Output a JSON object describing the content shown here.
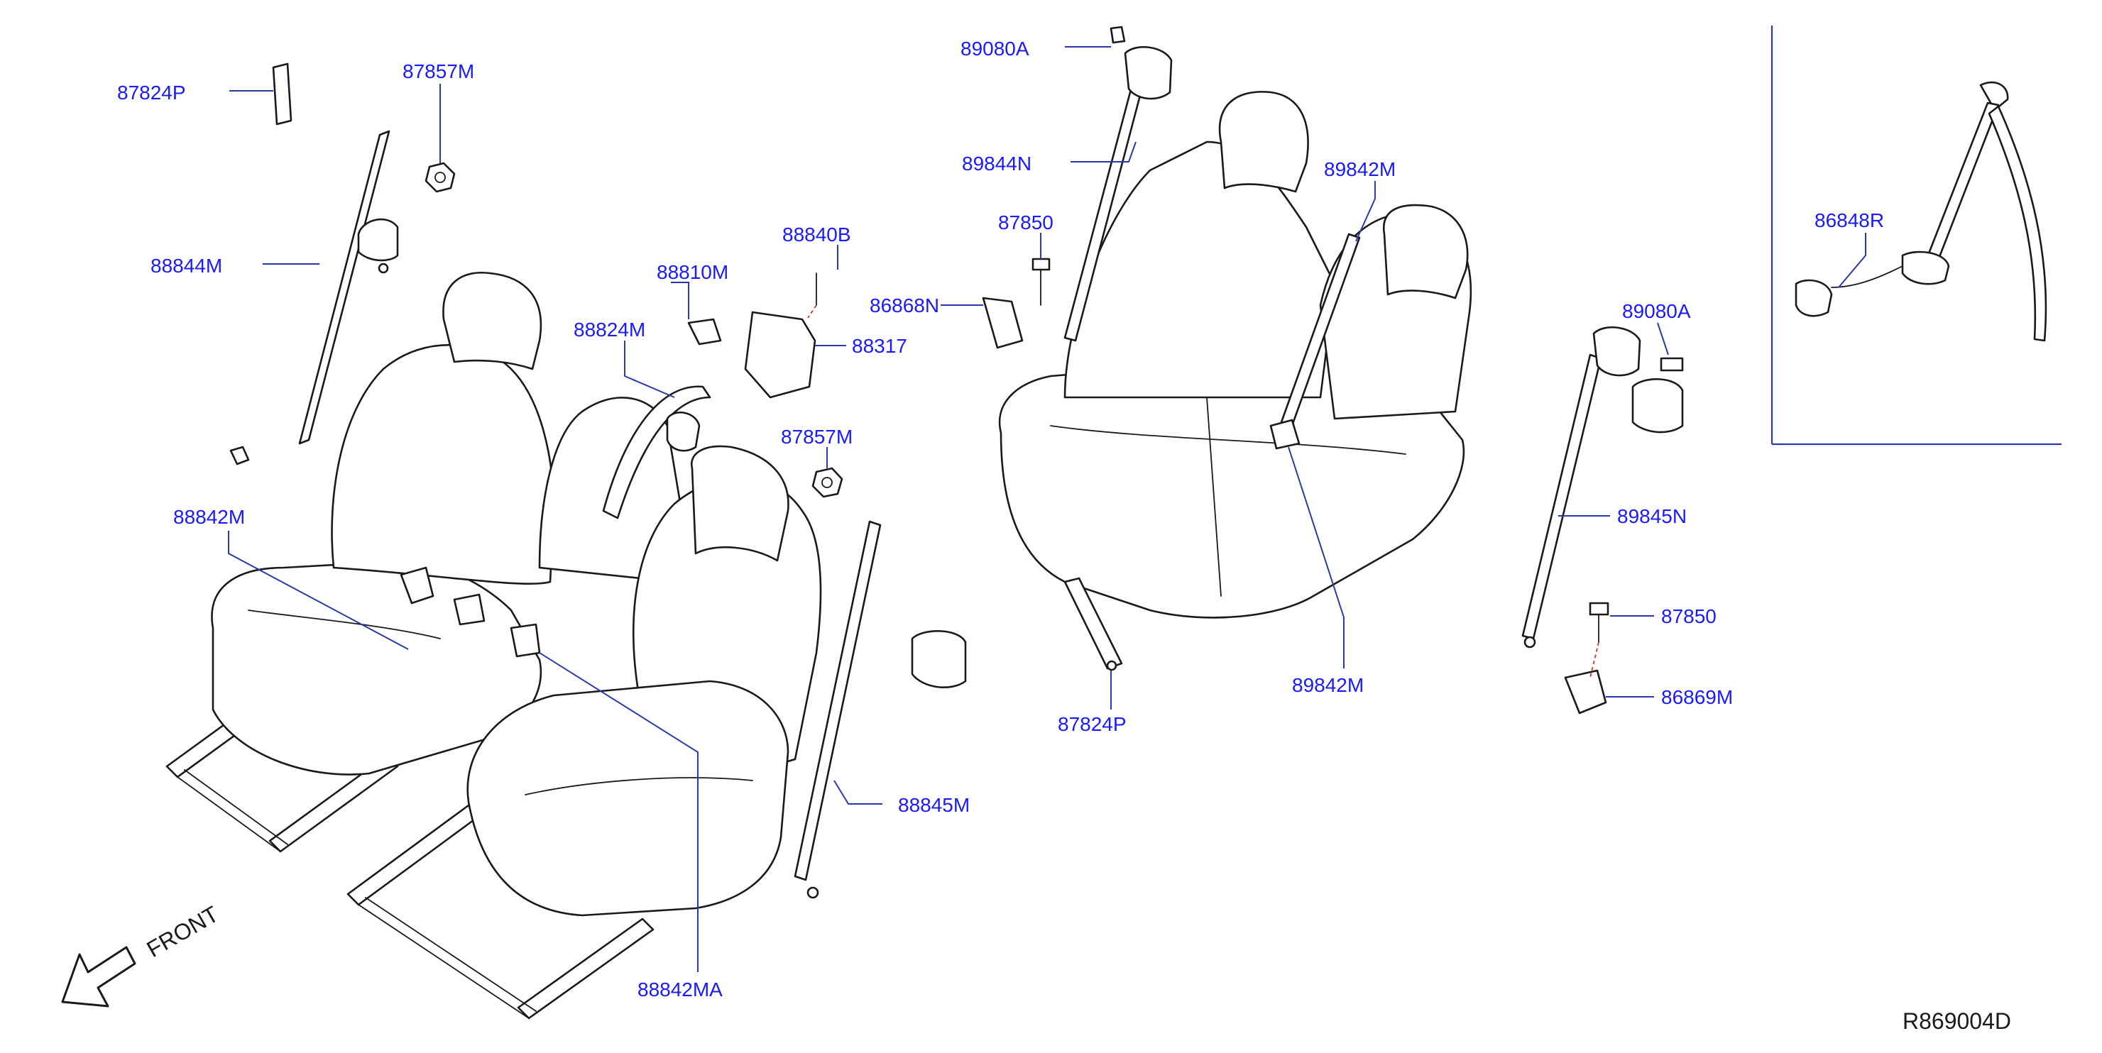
{
  "colors": {
    "callout": "#1a1aff",
    "leader": "#2a3aa8",
    "artwork": "#1a1a1a",
    "background": "#ffffff",
    "dashed_leader": "#d8322a"
  },
  "icons": {
    "front_arrow": "outline-arrow-icon"
  },
  "labels": {
    "c87824P_top": "87824P",
    "c87857M_top": "87857M",
    "c88844M": "88844M",
    "c88842M": "88842M",
    "c88810M": "88810M",
    "c88840B": "88840B",
    "c88824M": "88824M",
    "c88317": "88317",
    "c87857M_mid": "87857M",
    "c88845M": "88845M",
    "c88842MA": "88842MA",
    "c89080A_top": "89080A",
    "c89844N": "89844N",
    "c87850_top": "87850",
    "c86868N": "86868N",
    "c89842M_top": "89842M",
    "c89842M_bottom": "89842M",
    "c87824P_bottom": "87824P",
    "c89080A_right": "89080A",
    "c89845N": "89845N",
    "c87850_right": "87850",
    "c86869M": "86869M",
    "c86848R": "86848R"
  },
  "front_label": "FRONT",
  "reference_code": "R869004D"
}
